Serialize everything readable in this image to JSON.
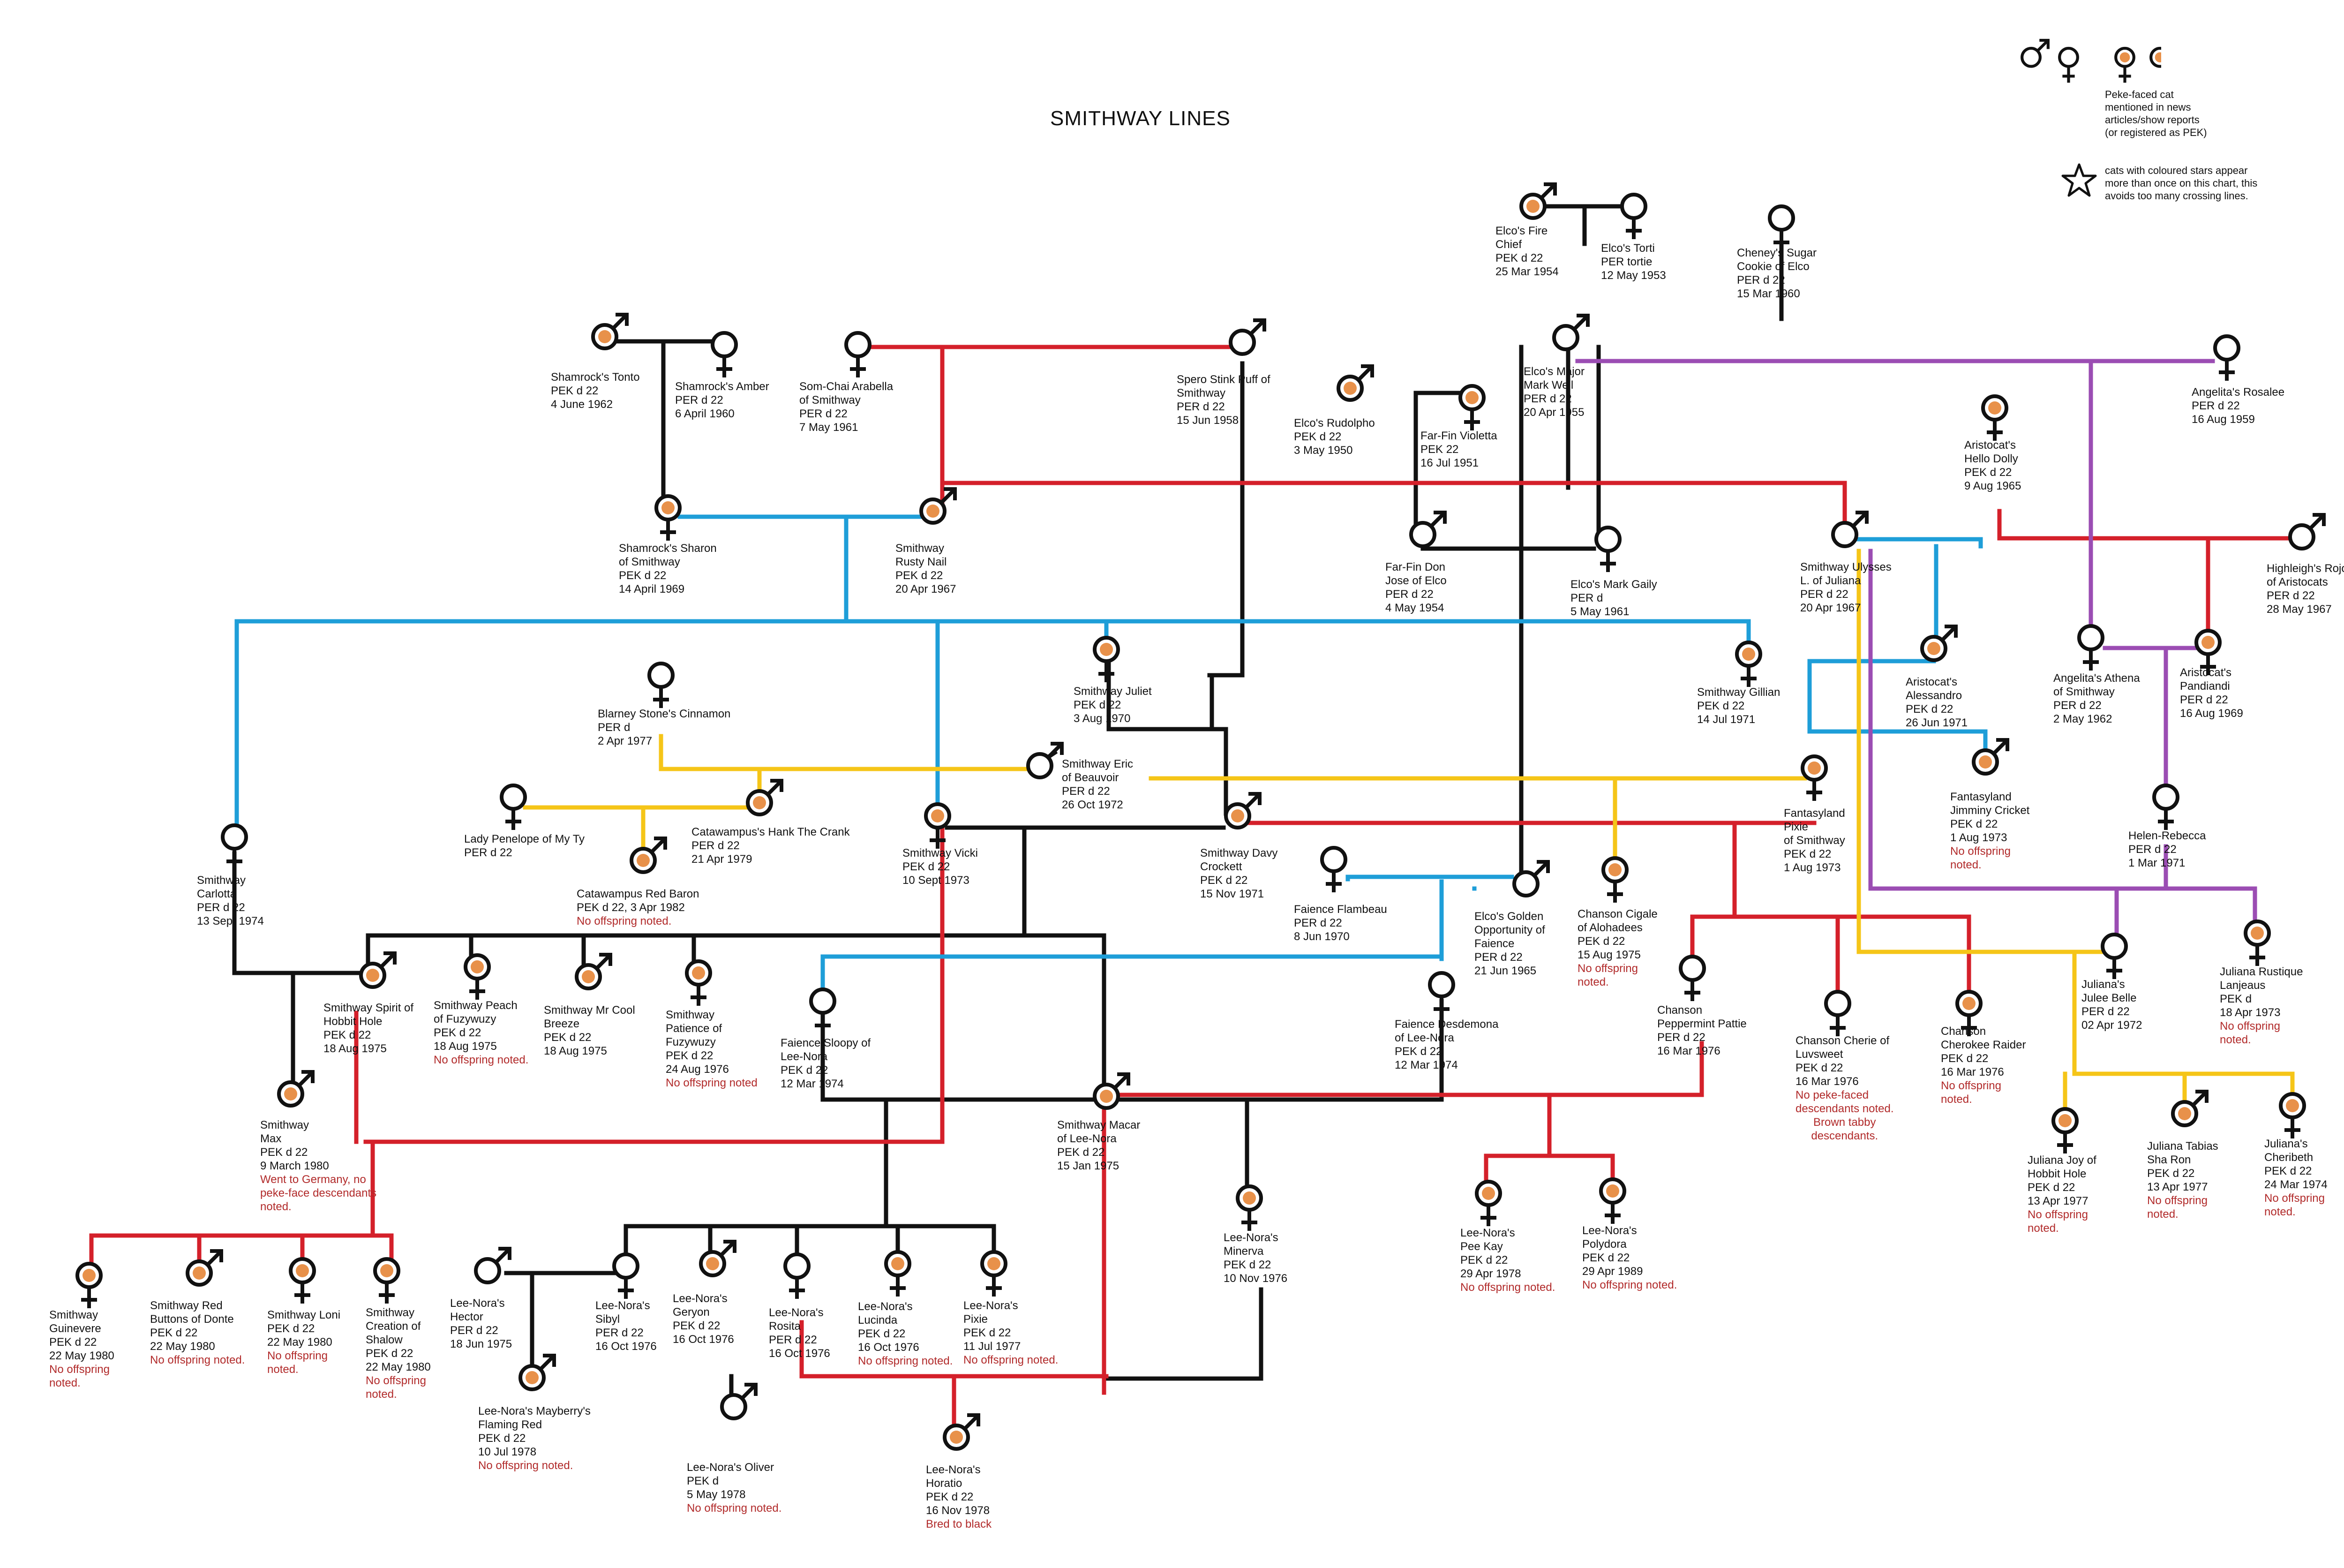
{
  "title": "SMITHWAY LINES",
  "legend": {
    "peke_text": [
      "Peke-faced cat",
      "mentioned in news",
      "articles/show reports",
      "(or registered as PEK)"
    ],
    "star_text": [
      "cats with coloured stars appear",
      "more than once on this chart, this",
      "avoids too many crossing lines."
    ]
  },
  "colors": {
    "black": "#111111",
    "red": "#d4202a",
    "blue": "#1e9ed8",
    "yellow": "#f5c518",
    "purple": "#9b4db3",
    "peke_dot": "#e8914a",
    "note": "#b12a2a"
  },
  "cats": [
    {
      "id": "firechief",
      "sex": "m",
      "peke": true,
      "lines": [
        "Elco's Fire",
        "Chief",
        "PEK d 22",
        "25 Mar 1954"
      ]
    },
    {
      "id": "torti",
      "sex": "f",
      "peke": false,
      "lines": [
        "Elco's Torti",
        "PER tortie",
        "12 May 1953"
      ]
    },
    {
      "id": "cheney",
      "sex": "f",
      "peke": false,
      "lines": [
        "Cheney's Sugar",
        "Cookie of Elco",
        "PER d 22",
        "15 Mar 1960"
      ]
    },
    {
      "id": "tonto",
      "sex": "m",
      "peke": true,
      "lines": [
        "Shamrock's Tonto",
        "PEK d 22",
        "4 June 1962"
      ]
    },
    {
      "id": "amber",
      "sex": "f",
      "peke": false,
      "lines": [
        "Shamrock's Amber",
        "PER d 22",
        "6 April 1960"
      ]
    },
    {
      "id": "arabella",
      "sex": "f",
      "peke": false,
      "lines": [
        "Som-Chai Arabella",
        "of Smithway",
        "PER d 22",
        "7 May 1961"
      ]
    },
    {
      "id": "spero",
      "sex": "m",
      "peke": false,
      "lines": [
        "Spero Stink Puff of",
        "Smithway",
        "PER d 22",
        "15 Jun 1958"
      ]
    },
    {
      "id": "markwell",
      "sex": "m",
      "peke": false,
      "lines": [
        "Elco's Major",
        "Mark Well",
        "PER d 22",
        "20 Apr 1955"
      ]
    },
    {
      "id": "rosalee",
      "sex": "f",
      "peke": false,
      "lines": [
        "Angelita's Rosalee",
        "PER d 22",
        "16 Aug 1959"
      ]
    },
    {
      "id": "rudolpho",
      "sex": "m",
      "peke": true,
      "lines": [
        "Elco's Rudolpho",
        "PEK d 22",
        "3 May 1950"
      ]
    },
    {
      "id": "violetta",
      "sex": "f",
      "peke": true,
      "lines": [
        "Far-Fin Violetta",
        "PEK  22",
        "16 Jul 1951"
      ]
    },
    {
      "id": "hellodolly",
      "sex": "f",
      "peke": true,
      "lines": [
        "Aristocat's",
        "Hello Dolly",
        "PEK d 22",
        "9 Aug 1965"
      ]
    },
    {
      "id": "sharon",
      "sex": "f",
      "peke": true,
      "lines": [
        "Shamrock's Sharon",
        "of Smithway",
        "PEK d 22",
        "14 April 1969"
      ]
    },
    {
      "id": "rustynail",
      "sex": "m",
      "peke": true,
      "lines": [
        "Smithway",
        "Rusty Nail",
        "PEK d 22",
        "20 Apr 1967"
      ]
    },
    {
      "id": "donjose",
      "sex": "m",
      "peke": false,
      "lines": [
        "Far-Fin Don",
        "Jose of Elco",
        "PER d 22",
        "4 May 1954"
      ]
    },
    {
      "id": "markgaily",
      "sex": "f",
      "peke": false,
      "lines": [
        "Elco's Mark Gaily",
        "PER d",
        "5 May 1961"
      ]
    },
    {
      "id": "ulysses",
      "sex": "m",
      "peke": false,
      "lines": [
        "Smithway Ulysses",
        "L. of Juliana",
        "PER d 22",
        "20 Apr 1967"
      ]
    },
    {
      "id": "rojo",
      "sex": "m",
      "peke": false,
      "lines": [
        "Highleigh's Rojo",
        "of Aristocats",
        "PER d 22",
        "28 May 1967"
      ]
    },
    {
      "id": "juliet",
      "sex": "f",
      "peke": true,
      "lines": [
        "Smithway Juliet",
        "PEK d 22",
        "3 Aug 1970"
      ]
    },
    {
      "id": "gillian",
      "sex": "f",
      "peke": true,
      "lines": [
        "Smithway Gillian",
        "PEK d 22",
        "14 Jul 1971"
      ]
    },
    {
      "id": "alessandro",
      "sex": "m",
      "peke": true,
      "lines": [
        "Aristocat's",
        "Alessandro",
        "PEK d 22",
        "26 Jun 1971"
      ]
    },
    {
      "id": "athena",
      "sex": "f",
      "peke": false,
      "lines": [
        "Angelita's Athena",
        "of Smithway",
        "PER d 22",
        "2 May 1962"
      ]
    },
    {
      "id": "pandiandi",
      "sex": "f",
      "peke": true,
      "lines": [
        "Aristocat's",
        "Pandiandi",
        "PER d 22",
        "16 Aug 1969"
      ]
    },
    {
      "id": "cinnamon",
      "sex": "f",
      "peke": false,
      "lines": [
        "Blarney Stone's Cinnamon",
        "PER d",
        "2 Apr 1977"
      ]
    },
    {
      "id": "eric",
      "sex": "m",
      "peke": false,
      "lines": [
        "Smithway Eric",
        "of Beauvoir",
        "PER d 22",
        "26 Oct 1972"
      ]
    },
    {
      "id": "fantasypixie",
      "sex": "f",
      "peke": true,
      "lines": [
        "Fantasyland",
        "Pixie",
        "of Smithway",
        "PEK d 22",
        "1 Aug 1973"
      ]
    },
    {
      "id": "jimminy",
      "sex": "m",
      "peke": true,
      "lines": [
        "Fantasyland",
        "Jimminy Cricket",
        "PEK d 22",
        "1 Aug 1973"
      ],
      "note": [
        "No offspring",
        "noted."
      ]
    },
    {
      "id": "penelope",
      "sex": "f",
      "peke": false,
      "lines": [
        "Lady Penelope of My Ty",
        "PER d 22"
      ]
    },
    {
      "id": "hank",
      "sex": "m",
      "peke": true,
      "lines": [
        "Catawampus's Hank The Crank",
        "PER d 22",
        "21 Apr 1979"
      ]
    },
    {
      "id": "redbaron",
      "sex": "m",
      "peke": true,
      "lines": [
        "Catawampus Red Baron",
        "PEK d 22,  3 Apr 1982"
      ],
      "note": [
        "No offspring noted."
      ]
    },
    {
      "id": "vicki",
      "sex": "f",
      "peke": true,
      "lines": [
        "Smithway Vicki",
        "PEK d 22",
        "10 Sept 1973"
      ]
    },
    {
      "id": "davy",
      "sex": "m",
      "peke": true,
      "lines": [
        "Smithway Davy",
        "Crockett",
        "PEK d 22",
        "15 Nov 1971"
      ]
    },
    {
      "id": "helenrebecca",
      "sex": "f",
      "peke": false,
      "lines": [
        "Helen-Rebecca",
        "PER d 22",
        "1 Mar 1971"
      ]
    },
    {
      "id": "carlotta",
      "sex": "f",
      "peke": false,
      "lines": [
        "Smithway",
        "Carlotta",
        "PER d 22",
        "13 Sept 1974"
      ]
    },
    {
      "id": "flambeau",
      "sex": "f",
      "peke": false,
      "lines": [
        "Faience Flambeau",
        "PER d 22",
        "8 Jun 1970"
      ]
    },
    {
      "id": "golden",
      "sex": "m",
      "peke": false,
      "lines": [
        "Elco's Golden",
        "Opportunity of",
        "Faience",
        "PER d 22",
        "21 Jun 1965"
      ]
    },
    {
      "id": "cigale",
      "sex": "f",
      "peke": true,
      "lines": [
        "Chanson Cigale",
        "of Alohadees",
        "PEK d 22",
        "15 Aug 1975"
      ],
      "note": [
        "No offspring",
        "noted."
      ]
    },
    {
      "id": "julee",
      "sex": "f",
      "peke": false,
      "lines": [
        "Juliana's",
        "Julee Belle",
        "PER d 22",
        "02 Apr 1972"
      ]
    },
    {
      "id": "rustique",
      "sex": "f",
      "peke": true,
      "lines": [
        "Juliana Rustique",
        "Lanjeaus",
        "PEK d",
        "18 Apr 1973"
      ],
      "note": [
        "No offspring",
        "noted."
      ]
    },
    {
      "id": "hobbit",
      "sex": "m",
      "peke": true,
      "lines": [
        "Smithway Spirit of",
        "Hobbit Hole",
        "PEK d 22",
        "18 Aug 1975"
      ]
    },
    {
      "id": "peach",
      "sex": "f",
      "peke": true,
      "lines": [
        "Smithway Peach",
        "of Fuzywuzy",
        "PEK d 22",
        "18 Aug 1975"
      ],
      "note": [
        "No offspring noted."
      ]
    },
    {
      "id": "coolbreeze",
      "sex": "m",
      "peke": true,
      "lines": [
        "Smithway Mr Cool",
        "Breeze",
        "PEK d 22",
        "18 Aug 1975"
      ]
    },
    {
      "id": "patience",
      "sex": "f",
      "peke": true,
      "lines": [
        "Smithway",
        "Patience of",
        "Fuzywuzy",
        "PEK d 22",
        "24 Aug 1976"
      ],
      "note": [
        "No offspring noted"
      ]
    },
    {
      "id": "sloopy",
      "sex": "f",
      "peke": false,
      "lines": [
        "Faience Sloopy of",
        "Lee-Nora",
        "PEK d 22",
        "12 Mar 1974"
      ]
    },
    {
      "id": "desdemona",
      "sex": "f",
      "peke": false,
      "lines": [
        "Faience Desdemona",
        "of Lee-Nora",
        "PEK d 22",
        "12 Mar 1974"
      ]
    },
    {
      "id": "pattie",
      "sex": "f",
      "peke": false,
      "lines": [
        "Chanson",
        "Peppermint Pattie",
        "PER d 22",
        "16 Mar 1976"
      ]
    },
    {
      "id": "cherie",
      "sex": "f",
      "peke": false,
      "lines": [
        "Chanson Cherie of",
        "Luvsweet",
        "PEK d 22",
        "16 Mar 1976"
      ],
      "note": [
        "No peke-faced",
        "descendants noted."
      ],
      "notec": [
        "Brown tabby",
        "descendants."
      ]
    },
    {
      "id": "cherokee",
      "sex": "f",
      "peke": true,
      "lines": [
        "Chanson",
        "Cherokee Raider",
        "PEK d 22",
        "16 Mar 1976"
      ],
      "note": [
        "No offspring",
        "noted."
      ]
    },
    {
      "id": "max",
      "sex": "m",
      "peke": true,
      "lines": [
        "Smithway",
        "Max",
        "PEK d 22",
        "9 March 1980"
      ],
      "note": [
        "Went to Germany, no",
        "peke-face descendants",
        "noted."
      ]
    },
    {
      "id": "macar",
      "sex": "m",
      "peke": true,
      "lines": [
        "Smithway Macar",
        "of Lee-Nora",
        "PEK d 22",
        "15 Jan 1975"
      ]
    },
    {
      "id": "joyhobbit",
      "sex": "f",
      "peke": true,
      "lines": [
        "Juliana Joy of",
        "Hobbit Hole",
        "PEK d 22",
        "13 Apr 1977"
      ],
      "note": [
        "No offspring",
        "noted."
      ]
    },
    {
      "id": "tabias",
      "sex": "m",
      "peke": true,
      "lines": [
        "Juliana Tabias",
        "Sha Ron",
        "PEK d 22",
        "13 Apr 1977"
      ],
      "note": [
        "No offspring",
        "noted."
      ]
    },
    {
      "id": "cheribeth",
      "sex": "f",
      "peke": true,
      "lines": [
        "Juliana's",
        "Cheribeth",
        "PEK d 22",
        "24 Mar 1974"
      ],
      "note": [
        "No offspring",
        "noted."
      ]
    },
    {
      "id": "minerva",
      "sex": "f",
      "peke": true,
      "lines": [
        "Lee-Nora's",
        "Minerva",
        "PEK d 22",
        "10 Nov 1976"
      ]
    },
    {
      "id": "peekay",
      "sex": "f",
      "peke": true,
      "lines": [
        "Lee-Nora's",
        "Pee Kay",
        "PEK d 22",
        "29 Apr 1978"
      ],
      "note": [
        "No offspring noted."
      ]
    },
    {
      "id": "polydora",
      "sex": "f",
      "peke": true,
      "lines": [
        "Lee-Nora's",
        "Polydora",
        "PEK d 22",
        "29 Apr 1989"
      ],
      "note": [
        "No offspring noted."
      ]
    },
    {
      "id": "guinevere",
      "sex": "f",
      "peke": true,
      "lines": [
        "Smithway",
        "Guinevere",
        "PEK d 22",
        "22 May 1980"
      ],
      "note": [
        "No offspring",
        "noted."
      ]
    },
    {
      "id": "redbuttons",
      "sex": "m",
      "peke": true,
      "lines": [
        "Smithway Red",
        "Buttons of Donte",
        "PEK d 22",
        "22 May 1980"
      ],
      "note": [
        "No offspring noted."
      ]
    },
    {
      "id": "loni",
      "sex": "f",
      "peke": true,
      "lines": [
        "Smithway Loni",
        "PEK d 22",
        "22 May 1980"
      ],
      "note": [
        "No offspring",
        "noted."
      ]
    },
    {
      "id": "creation",
      "sex": "f",
      "peke": true,
      "lines": [
        "Smithway",
        "Creation of",
        "Shalow",
        "PEK d 22",
        "22 May 1980"
      ],
      "note": [
        "No offspring",
        "noted."
      ]
    },
    {
      "id": "hector",
      "sex": "m",
      "peke": false,
      "lines": [
        "Lee-Nora's",
        "Hector",
        "PER d 22",
        "18 Jun 1975"
      ]
    },
    {
      "id": "sibyl",
      "sex": "f",
      "peke": false,
      "lines": [
        "Lee-Nora's",
        "Sibyl",
        "PER d 22",
        "16 Oct 1976"
      ]
    },
    {
      "id": "geryon",
      "sex": "m",
      "peke": true,
      "lines": [
        "Lee-Nora's",
        "Geryon",
        "PEK d 22",
        "16 Oct 1976"
      ]
    },
    {
      "id": "rosita",
      "sex": "f",
      "peke": false,
      "lines": [
        "Lee-Nora's",
        "Rosita",
        "PER d 22",
        "16 Oct 1976"
      ]
    },
    {
      "id": "lucinda",
      "sex": "f",
      "peke": true,
      "lines": [
        "Lee-Nora's",
        "Lucinda",
        "PEK d 22",
        "16 Oct 1976"
      ],
      "note": [
        "No offspring noted."
      ]
    },
    {
      "id": "pixie",
      "sex": "f",
      "peke": true,
      "lines": [
        "Lee-Nora's",
        "Pixie",
        "PEK d 22",
        "11 Jul 1977"
      ],
      "note": [
        "No offspring noted."
      ]
    },
    {
      "id": "mayberry",
      "sex": "m",
      "peke": true,
      "lines": [
        "Lee-Nora's Mayberry's",
        "Flaming Red",
        "PEK d 22",
        "10 Jul 1978"
      ],
      "note": [
        "No offspring noted."
      ]
    },
    {
      "id": "oliver",
      "sex": "m",
      "peke": false,
      "lines": [
        "Lee-Nora's Oliver",
        "PEK d",
        "5 May 1978"
      ],
      "note": [
        "No offspring noted."
      ]
    },
    {
      "id": "horatio",
      "sex": "m",
      "peke": true,
      "lines": [
        "Lee-Nora's",
        "Horatio",
        "PEK d 22",
        "16 Nov 1978"
      ],
      "notec": [
        "Bred to black"
      ]
    }
  ]
}
